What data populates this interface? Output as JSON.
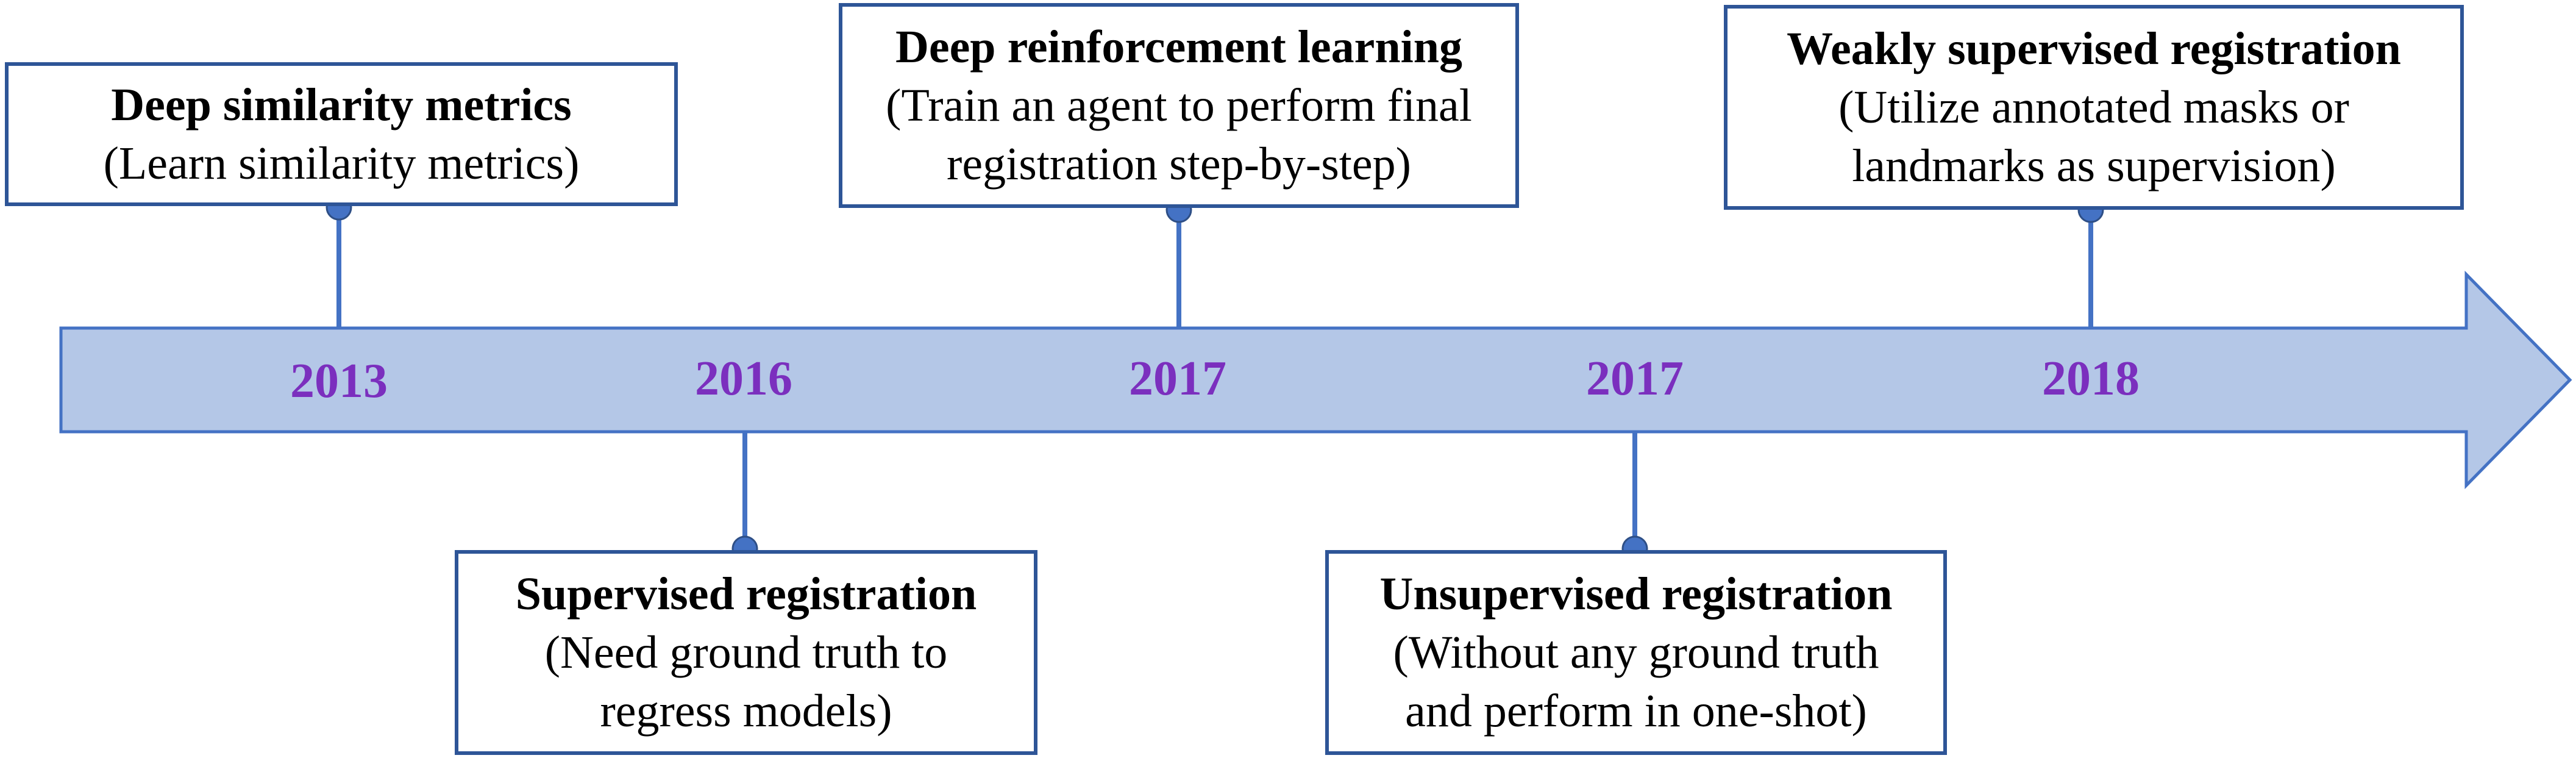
{
  "colors": {
    "arrow_fill": "#b4c7e7",
    "arrow_stroke": "#4472c4",
    "connector": "#4472c4",
    "box_border": "#2e5597",
    "year_text": "#7b2fbe"
  },
  "events": [
    {
      "year": "2013",
      "title": "Deep similarity metrics",
      "desc": [
        "(Learn similarity metrics)"
      ],
      "side": "above"
    },
    {
      "year": "2016",
      "title": "Supervised registration",
      "desc": [
        "(Need ground truth to",
        "regress models)"
      ],
      "side": "below"
    },
    {
      "year": "2017",
      "title": "Deep reinforcement learning",
      "desc": [
        "(Train an agent to perform final",
        "registration step-by-step)"
      ],
      "side": "above"
    },
    {
      "year": "2017",
      "title": "Unsupervised registration",
      "desc": [
        "(Without any ground truth",
        "and perform in one-shot)"
      ],
      "side": "below"
    },
    {
      "year": "2018",
      "title": "Weakly supervised registration",
      "desc": [
        "(Utilize annotated masks or",
        "landmarks as supervision)"
      ],
      "side": "above"
    }
  ]
}
